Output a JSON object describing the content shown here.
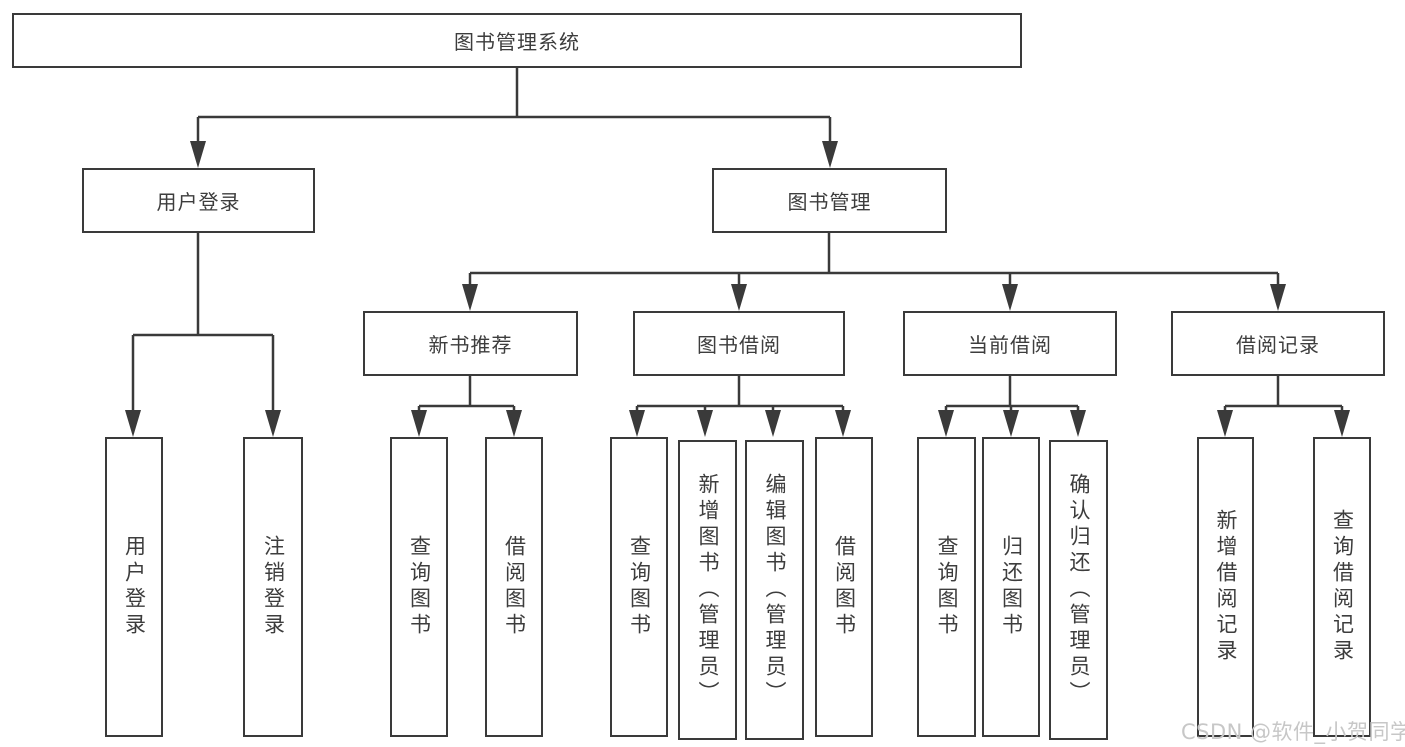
{
  "colors": {
    "line": "#3a3a3a",
    "text": "#3d3d3d",
    "box_fill": "#ffffff",
    "background": "#ffffff",
    "watermark": "#c7c7c7"
  },
  "watermark": {
    "text": "CSDN @软件_小贺同学"
  },
  "tree": {
    "root": {
      "label": "图书管理系统"
    },
    "user_login": {
      "label": "用户登录",
      "children": {
        "login": {
          "label": "用户登录"
        },
        "logout": {
          "label": "注销登录"
        }
      }
    },
    "book_management": {
      "label": "图书管理",
      "children": {
        "new_book_recommend": {
          "label": "新书推荐",
          "children": {
            "query_books": {
              "label": "查询图书"
            },
            "borrow_books": {
              "label": "借阅图书"
            }
          }
        },
        "book_borrowing": {
          "label": "图书借阅",
          "children": {
            "query_books": {
              "label": "查询图书"
            },
            "add_books": {
              "label": "新增图书（管理员）"
            },
            "edit_books": {
              "label": "编辑图书（管理员）"
            },
            "borrow_books": {
              "label": "借阅图书"
            }
          }
        },
        "current_borrowing": {
          "label": "当前借阅",
          "children": {
            "query_books": {
              "label": "查询图书"
            },
            "return_books": {
              "label": "归还图书"
            },
            "confirm_return": {
              "label": "确认归还（管理员）"
            }
          }
        },
        "borrowing_records": {
          "label": "借阅记录",
          "children": {
            "add_record": {
              "label": "新增借阅记录"
            },
            "query_record": {
              "label": "查询借阅记录"
            }
          }
        }
      }
    }
  }
}
